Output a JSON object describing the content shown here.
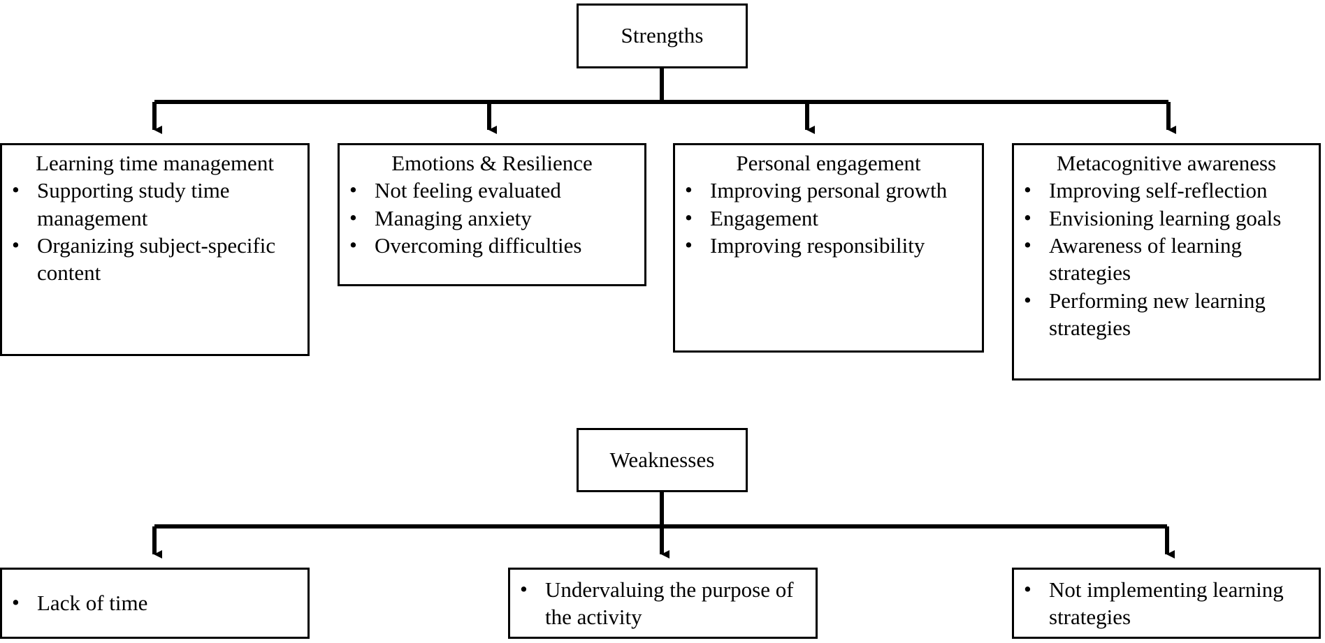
{
  "diagram": {
    "type": "swot-tree",
    "title_visible": false,
    "line_color": "#000000",
    "text_color": "#000000",
    "background": "#ffffff",
    "sections": [
      {
        "id": "strengths",
        "header": "Strengths",
        "nodes": [
          {
            "id": "learning-time-management",
            "title": "Learning time management",
            "bullets": [
              "Supporting study time management",
              "Organizing subject-specific content"
            ]
          },
          {
            "id": "emotions-resilience",
            "title": "Emotions & Resilience",
            "bullets": [
              "Not feeling evaluated",
              "Managing anxiety",
              "Overcoming difficulties"
            ]
          },
          {
            "id": "personal-engagement",
            "title": "Personal engagement",
            "bullets": [
              "Improving personal growth",
              "Engagement",
              "Improving responsibility"
            ]
          },
          {
            "id": "metacognitive-awareness",
            "title": "Metacognitive awareness",
            "bullets": [
              "Improving self-reflection",
              "Envisioning learning goals",
              "Awareness of learning strategies",
              "Performing new learning strategies"
            ]
          }
        ]
      },
      {
        "id": "weaknesses",
        "header": "Weaknesses",
        "nodes": [
          {
            "id": "lack-of-time",
            "title": "",
            "bullets": [
              "Lack of time"
            ]
          },
          {
            "id": "undervaluing-purpose",
            "title": "",
            "bullets": [
              "Undervaluing the purpose of the activity"
            ]
          },
          {
            "id": "not-implementing-strategies",
            "title": "",
            "bullets": [
              "Not implementing learning strategies"
            ]
          }
        ]
      }
    ]
  }
}
